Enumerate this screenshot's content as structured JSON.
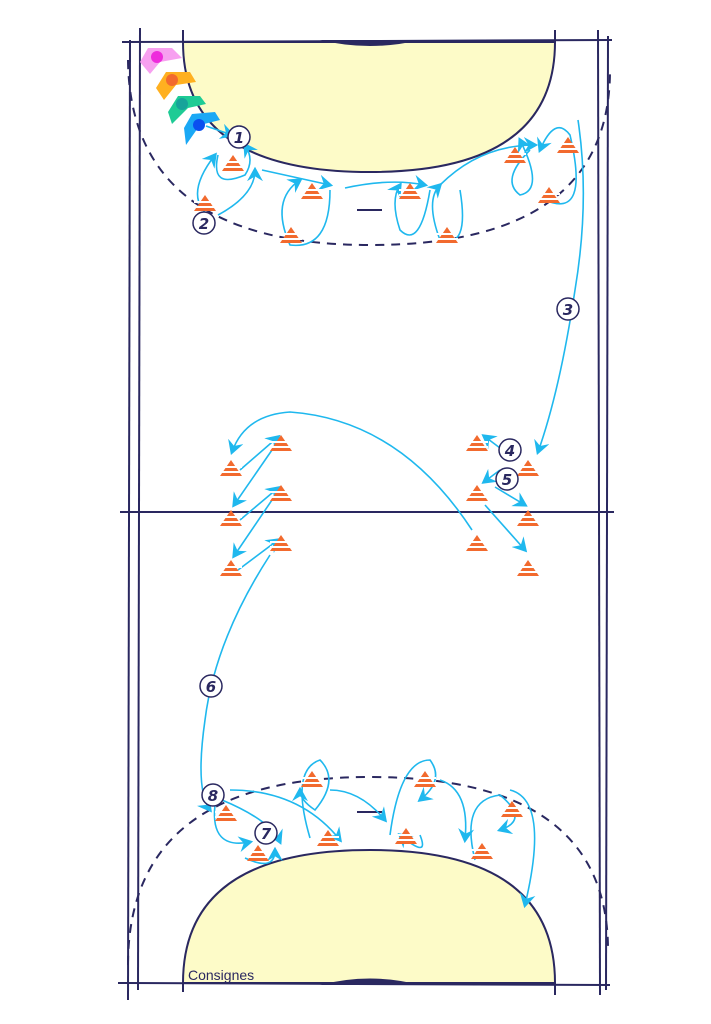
{
  "colors": {
    "court_line": "#2a2860",
    "goal_area": "#fdfbc8",
    "arrow": "#1fb8ee",
    "cone": "#f26a2e",
    "players": [
      "#ee2cdc",
      "#f26a2e",
      "#17a39a",
      "#0a4ff0"
    ]
  },
  "step_labels": [
    "1",
    "2",
    "3",
    "4",
    "5",
    "6",
    "7",
    "8"
  ],
  "footer": {
    "consignes": "Consignes"
  }
}
